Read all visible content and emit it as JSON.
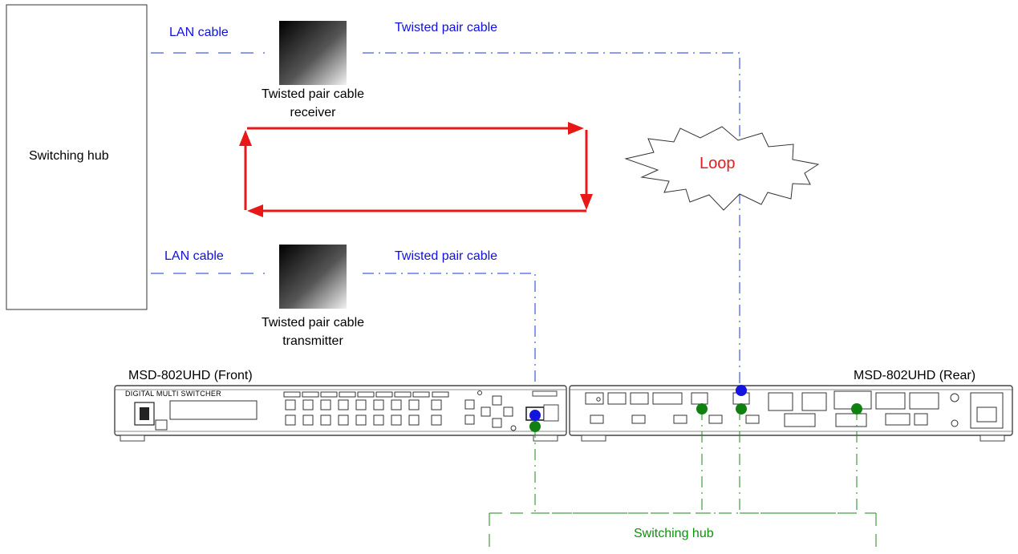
{
  "labels": {
    "hub_top": "Switching hub",
    "lan_cable_1": "LAN cable",
    "tp_cable_1": "Twisted pair cable",
    "receiver_line1": "Twisted pair cable",
    "receiver_line2": "receiver",
    "lan_cable_2": "LAN cable",
    "tp_cable_2": "Twisted pair cable",
    "transmitter_line1": "Twisted pair cable",
    "transmitter_line2": "transmitter",
    "loop": "Loop",
    "front_unit": "MSD-802UHD (Front)",
    "rear_unit": "MSD-802UHD (Rear)",
    "front_panel_text": "DIGITAL MULTI SWITCHER",
    "hub_bottom": "Switching hub"
  },
  "colors": {
    "blue_line": "#1a3ad8",
    "green_line": "#1a8a1a",
    "loop_red": "#e81818",
    "text_blue": "#1010e0",
    "text_green": "#109010",
    "port_blue": "#1414e0",
    "port_green": "#108010"
  }
}
